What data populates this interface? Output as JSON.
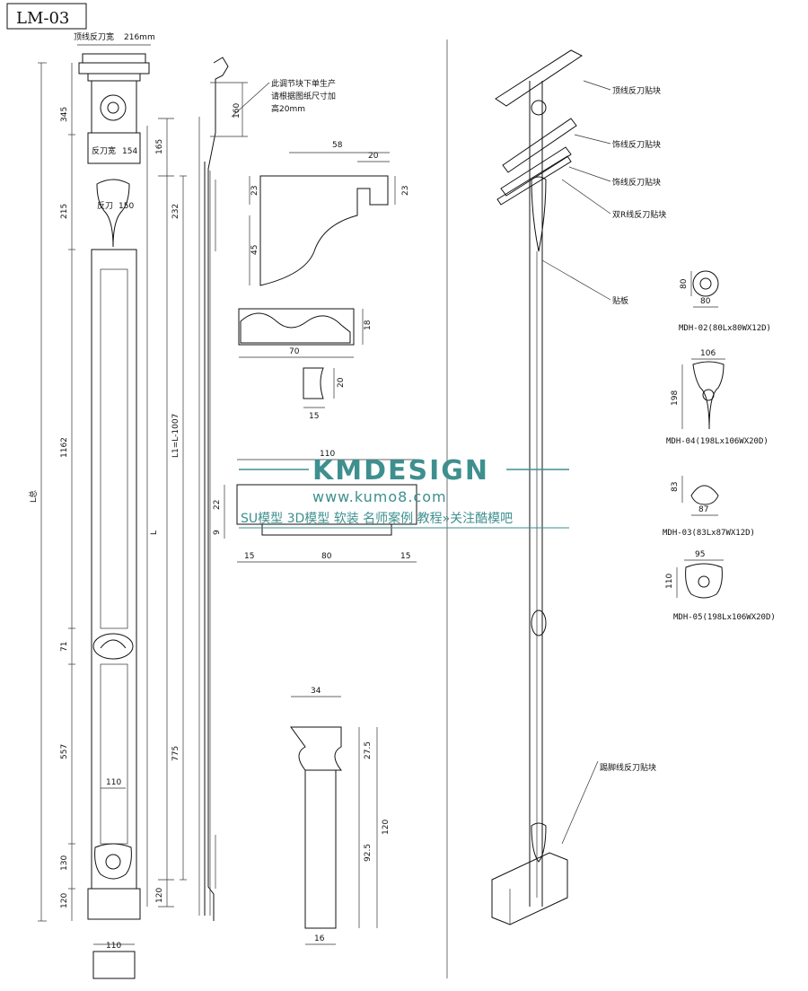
{
  "drawing_id": "LM-03",
  "column": {
    "top_width_label": "顶线反刀宽",
    "top_width_value": "216mm",
    "knife_width_label": "反刀宽",
    "knife_width_value": "154",
    "knife_label_2": "反刀",
    "knife_value_2": "150",
    "width_110_a": "110",
    "width_110_b": "110",
    "total_label": "L总",
    "segments": [
      "345",
      "215",
      "1162",
      "71",
      "557",
      "130",
      "120"
    ]
  },
  "middle": {
    "dims": [
      "165",
      "232",
      "L1=L-1007",
      "L",
      "775",
      "120"
    ]
  },
  "profile_strip": {
    "note": "此调节块下单生产\n请根据图纸尺寸加\n高20mm",
    "dim": "160"
  },
  "crown": {
    "dims": [
      "58",
      "20",
      "23",
      "23",
      "45"
    ]
  },
  "moulding": {
    "width": "70",
    "height": "18"
  },
  "small_profile": {
    "width": "15",
    "height": "20"
  },
  "panel": {
    "top": "110",
    "d22": "22",
    "d9": "9",
    "left": "15",
    "mid": "80",
    "right": "15"
  },
  "base_profile": {
    "top": "34",
    "d27": "27.5",
    "d92": "92.5",
    "h120": "120",
    "w16": "16"
  },
  "assembly_labels": {
    "a": "顶线反刀贴块",
    "b": "饰线反刀贴块",
    "c": "饰线反刀贴块",
    "d": "双R线反刀贴块",
    "e": "贴板",
    "f": "踢脚线反刀贴块"
  },
  "ornaments": [
    {
      "code": "MDH-02(80Lx80WX12D)",
      "w": "80",
      "h": "80"
    },
    {
      "code": "MDH-04(198Lx106WX20D)",
      "w": "106",
      "h": "198"
    },
    {
      "code": "MDH-03(83Lx87WX12D)",
      "w": "87",
      "h": "83"
    },
    {
      "code": "MDH-05(198Lx106WX20D)",
      "w": "95",
      "h": "110"
    }
  ],
  "watermark": {
    "brand": "KMDESIGN",
    "url": "www.kumo8.com",
    "tagline": "SU模型 3D模型 软装 名师案例 教程»关注酷模吧"
  }
}
